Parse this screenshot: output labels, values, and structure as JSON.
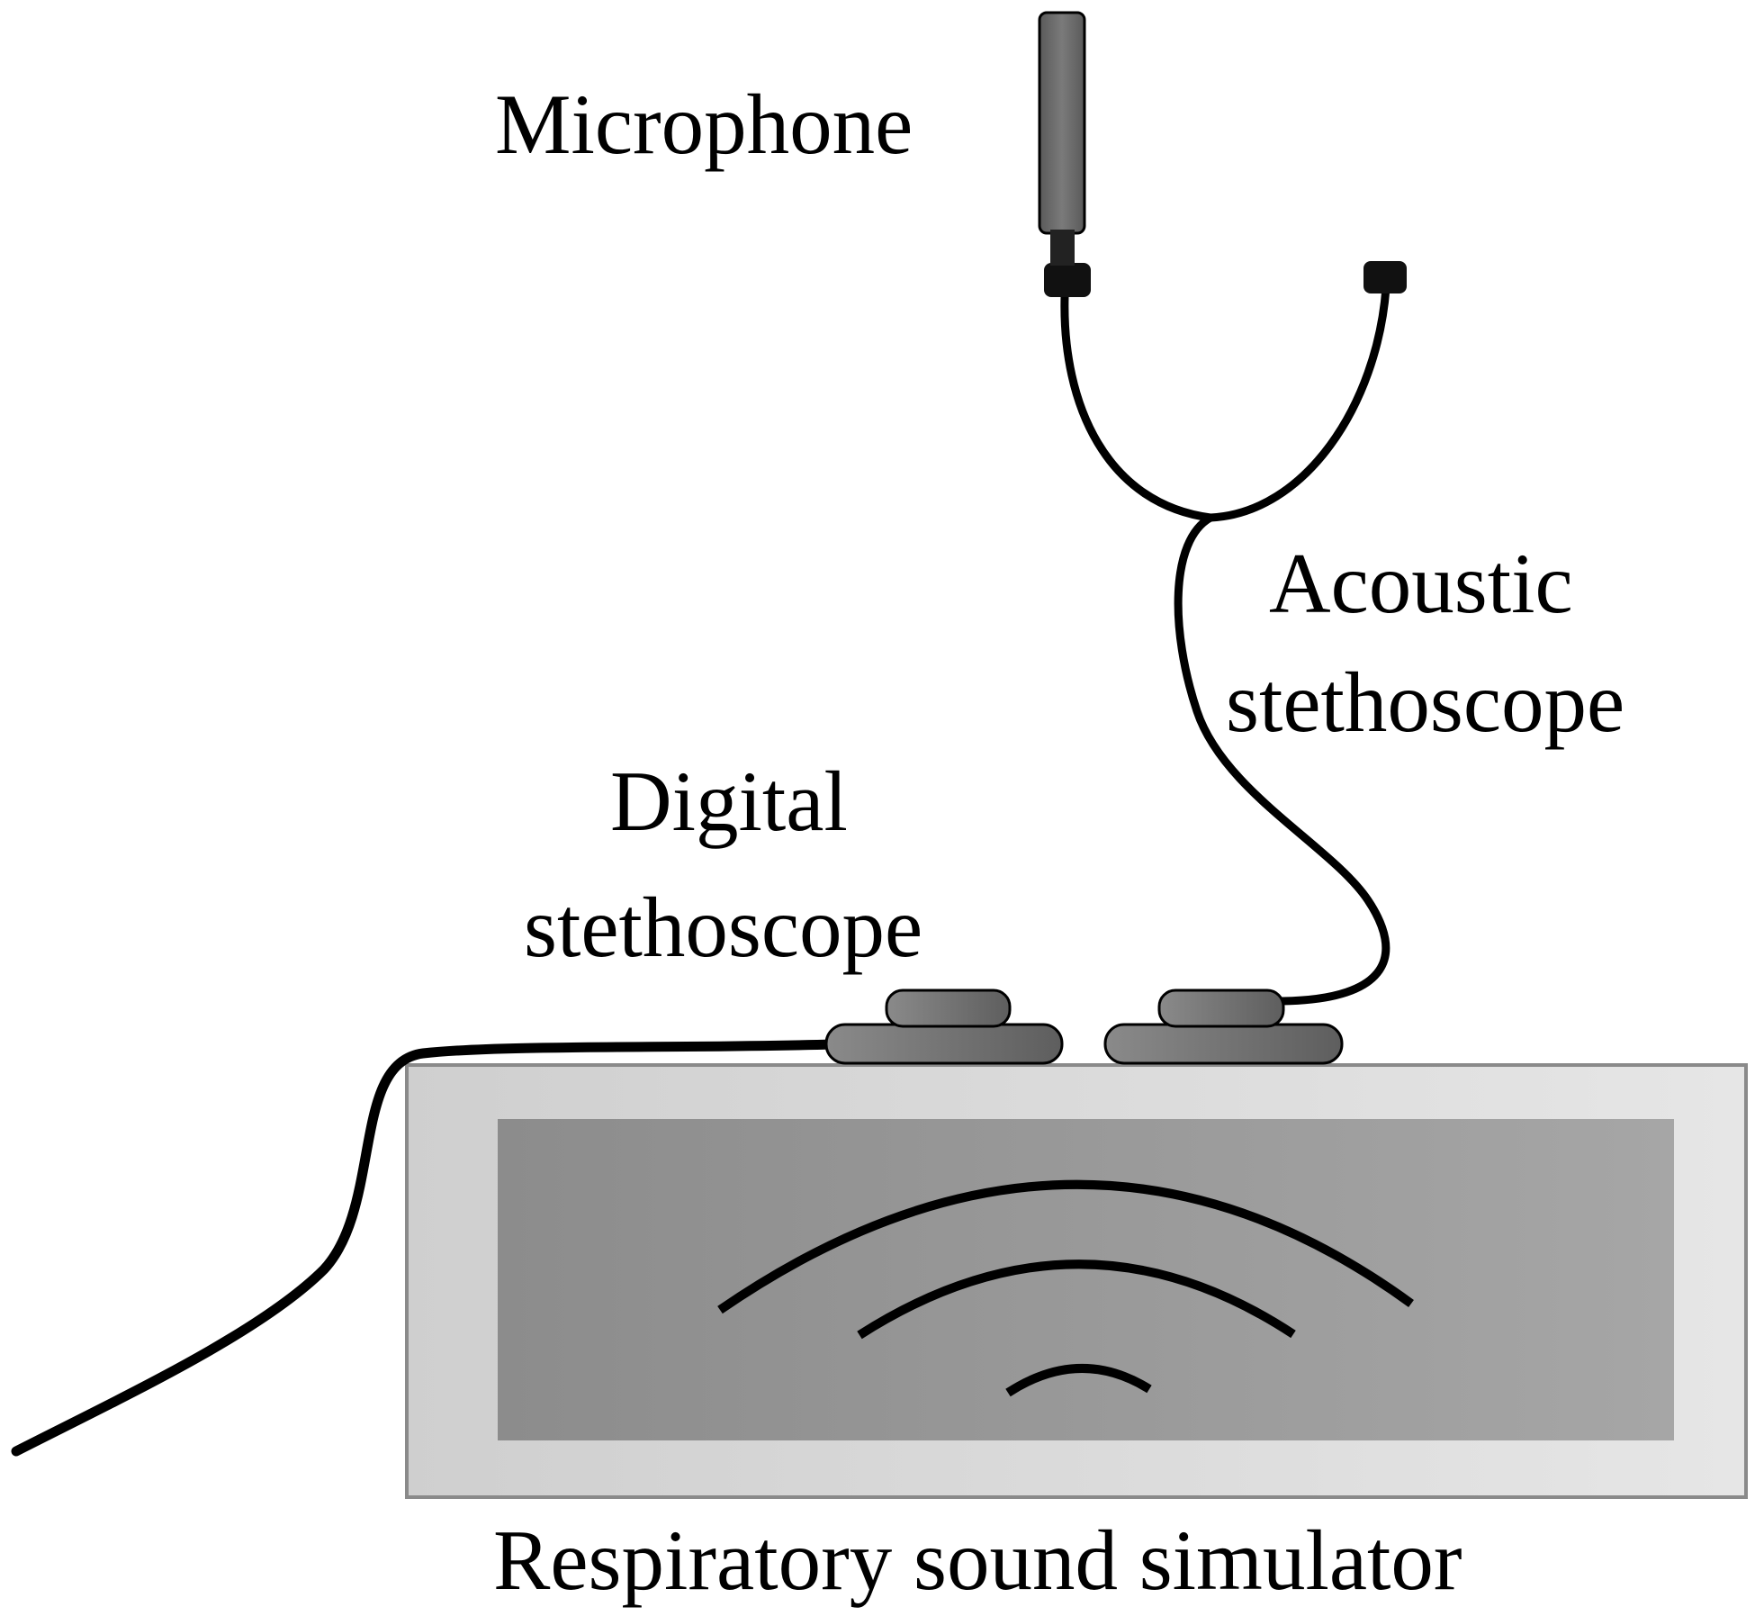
{
  "labels": {
    "microphone": "Microphone",
    "acoustic_line1": "Acoustic",
    "acoustic_line2": "stethoscope",
    "digital_line1": "Digital",
    "digital_line2": "stethoscope",
    "simulator": "Respiratory sound simulator"
  },
  "colors": {
    "background": "#ffffff",
    "line": "#000000",
    "simulator_outer": "#d6d6d6",
    "simulator_inner": "#9a9a9a",
    "chest_piece": "#7a7a7a",
    "microphone": "#6e6e6e"
  },
  "icons": {
    "microphone": "microphone-icon",
    "acoustic_stethoscope": "acoustic-stethoscope-icon",
    "digital_stethoscope": "digital-stethoscope-icon",
    "sound_waves": "sound-waves-icon"
  }
}
